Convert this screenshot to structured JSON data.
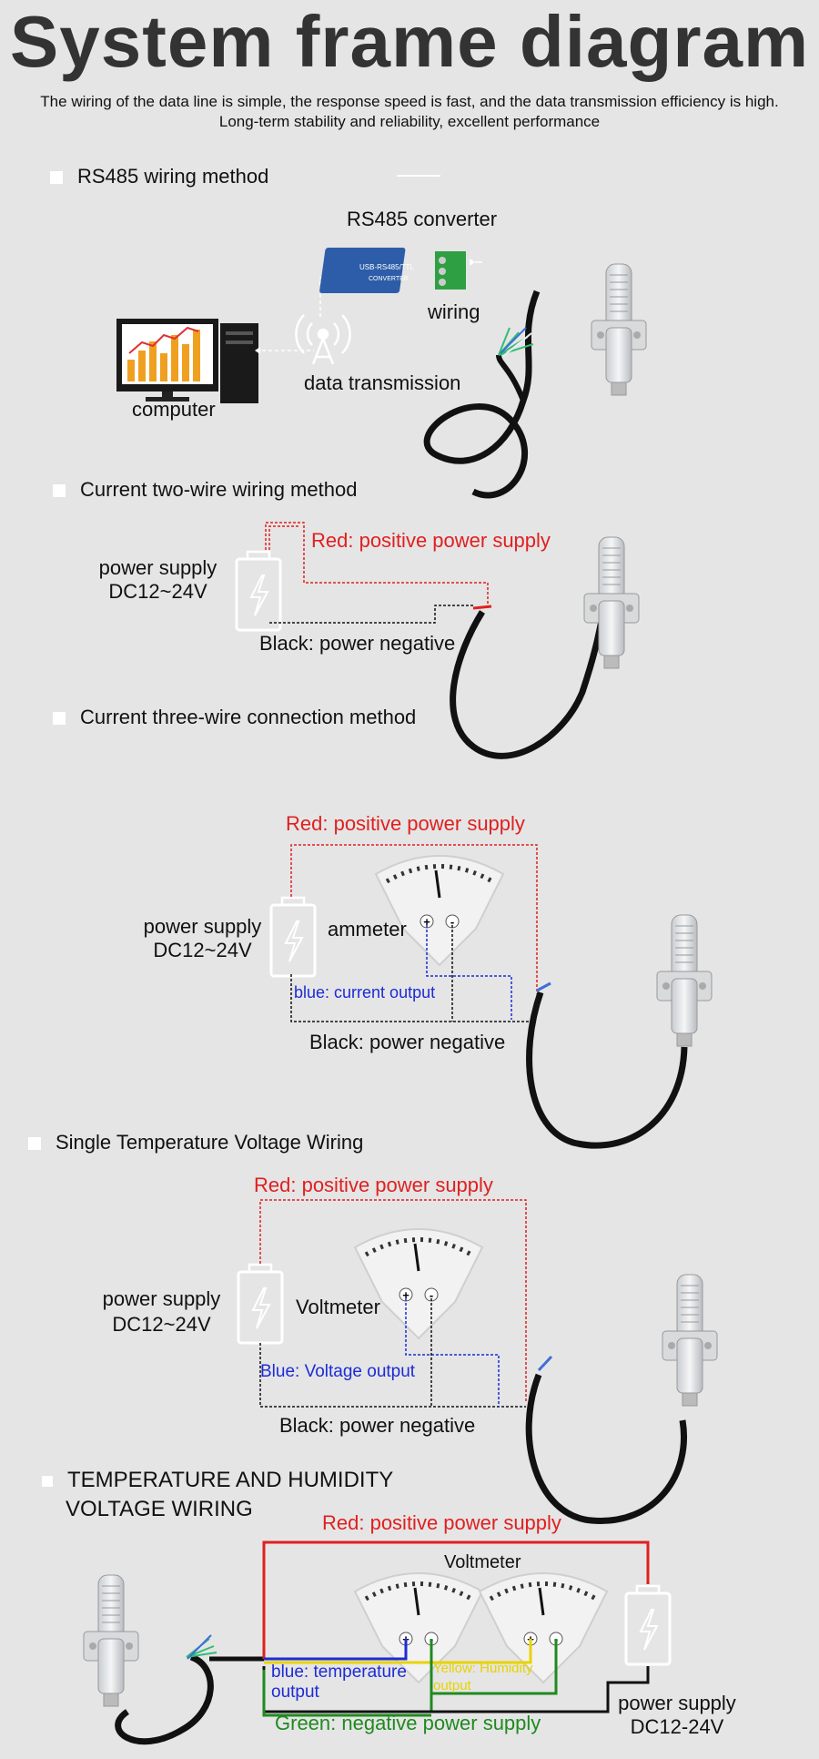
{
  "header": {
    "title": "System frame diagram",
    "subtitle_line1": "The wiring of the data line is simple, the response speed is fast, and the data transmission efficiency is high.",
    "subtitle_line2": "Long-term stability and reliability, excellent performance"
  },
  "rs485": {
    "heading": "RS485 wiring method",
    "converter": "RS485 converter",
    "wiring": "wiring",
    "data_transmission": "data transmission",
    "computer": "computer",
    "device_text": "USB-RS485/TTL",
    "device_sub": "CONVERTER"
  },
  "two_wire": {
    "heading": "Current two-wire wiring method",
    "red": "Red: positive power supply",
    "power_supply": "power supply",
    "voltage": "DC12~24V",
    "black": "Black: power negative"
  },
  "three_wire": {
    "heading": "Current three-wire connection method",
    "red": "Red: positive power supply",
    "power_supply": "power supply",
    "voltage": "DC12~24V",
    "meter": "ammeter",
    "blue": "blue: current output",
    "black": "Black: power negative"
  },
  "single_voltage": {
    "heading": "Single Temperature Voltage Wiring",
    "red": "Red: positive power supply",
    "power_supply": "power supply",
    "voltage": "DC12~24V",
    "meter": "Voltmeter",
    "blue": "Blue: Voltage output",
    "black": "Black: power negative"
  },
  "th_voltage": {
    "heading_line1": "TEMPERATURE AND HUMIDITY",
    "heading_line2": "VOLTAGE WIRING",
    "red": "Red: positive power supply",
    "meter": "Voltmeter",
    "blue_line1": "blue: temperature",
    "blue_line2": "output",
    "yellow_line1": "Yellow: Humidity",
    "yellow_line2": "output",
    "green": "Green: negative power supply",
    "power_supply": "power supply",
    "voltage": "DC12-24V"
  },
  "colors": {
    "red": "#e02020",
    "blue": "#1c2bd6",
    "green": "#1f8a1f",
    "yellow": "#e8d300",
    "black": "#111111"
  }
}
